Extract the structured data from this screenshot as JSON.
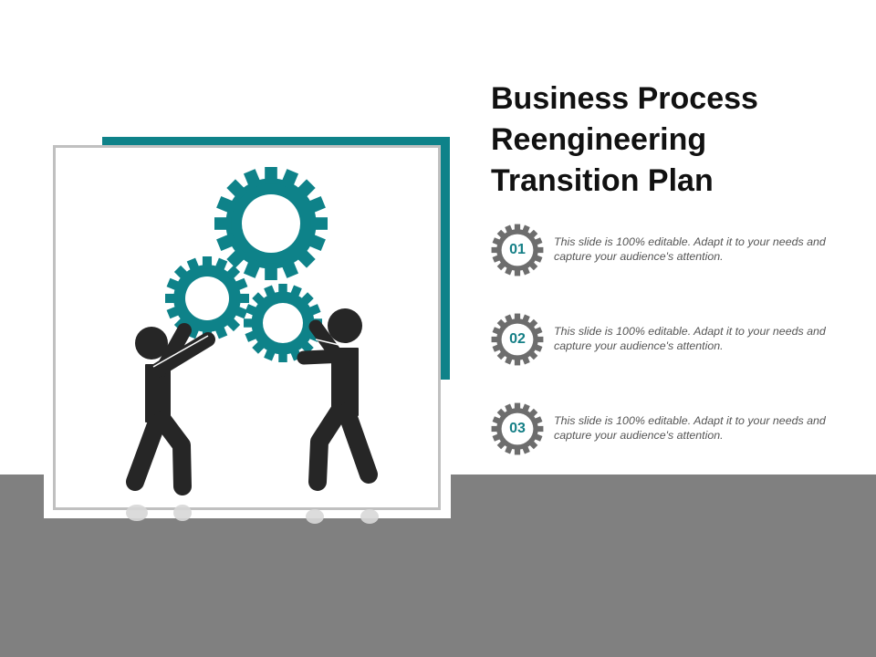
{
  "slide": {
    "title": "Business Process Reengineering Transition Plan",
    "title_lines": [
      "Business Process",
      "Reengineering",
      "Transition Plan"
    ],
    "colors": {
      "accent_teal": "#0e8289",
      "gear_grey": "#6d6d6d",
      "figure_black": "#262626",
      "floor_grey": "#808080",
      "frame_grey": "#c0c0c0"
    },
    "illustration": {
      "icon": "two-people-lifting-gears-icon",
      "gears": 3,
      "people": 2
    },
    "items": [
      {
        "number": "01",
        "icon": "gear-icon",
        "text": "This slide is 100% editable. Adapt it to your needs and capture your audience's attention."
      },
      {
        "number": "02",
        "icon": "gear-icon",
        "text": "This slide is 100% editable. Adapt it to your needs and capture your audience's attention."
      },
      {
        "number": "03",
        "icon": "gear-icon",
        "text": "This slide is 100% editable. Adapt it to your needs and capture your audience's attention."
      }
    ]
  }
}
